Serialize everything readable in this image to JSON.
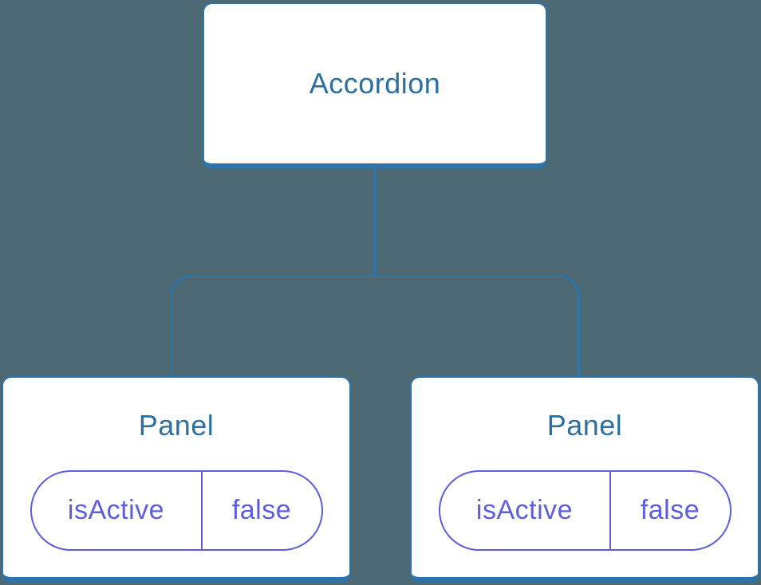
{
  "diagram": {
    "description": "Component tree: Accordion parent with two Panel children, each holding local state",
    "root": {
      "label": "Accordion"
    },
    "children": [
      {
        "label": "Panel",
        "state": {
          "key": "isActive",
          "value": "false"
        }
      },
      {
        "label": "Panel",
        "state": {
          "key": "isActive",
          "value": "false"
        }
      }
    ]
  },
  "colors": {
    "background": "#4D6973",
    "line": "#2E74A8",
    "node_text": "#2D6F9F",
    "state_purple": "#5E5EDC",
    "node_background": "#FFFFFF"
  }
}
